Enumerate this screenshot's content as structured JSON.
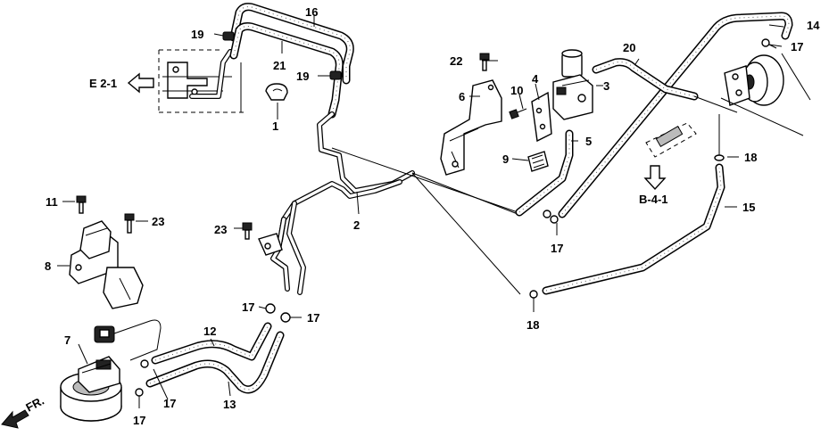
{
  "callouts": [
    {
      "id": "c1",
      "text": "1"
    },
    {
      "id": "c2",
      "text": "2"
    },
    {
      "id": "c3",
      "text": "3"
    },
    {
      "id": "c4",
      "text": "4"
    },
    {
      "id": "c5",
      "text": "5"
    },
    {
      "id": "c6",
      "text": "6"
    },
    {
      "id": "c7",
      "text": "7"
    },
    {
      "id": "c8",
      "text": "8"
    },
    {
      "id": "c9",
      "text": "9"
    },
    {
      "id": "c10",
      "text": "10"
    },
    {
      "id": "c11",
      "text": "11"
    },
    {
      "id": "c12",
      "text": "12"
    },
    {
      "id": "c13",
      "text": "13"
    },
    {
      "id": "c14",
      "text": "14"
    },
    {
      "id": "c15",
      "text": "15"
    },
    {
      "id": "c16",
      "text": "16"
    },
    {
      "id": "c17a",
      "text": "17"
    },
    {
      "id": "c17b",
      "text": "17"
    },
    {
      "id": "c17c",
      "text": "17"
    },
    {
      "id": "c17d",
      "text": "17"
    },
    {
      "id": "c17e",
      "text": "17"
    },
    {
      "id": "c17f",
      "text": "17"
    },
    {
      "id": "c18a",
      "text": "18"
    },
    {
      "id": "c18b",
      "text": "18"
    },
    {
      "id": "c19a",
      "text": "19"
    },
    {
      "id": "c19b",
      "text": "19"
    },
    {
      "id": "c20",
      "text": "20"
    },
    {
      "id": "c21",
      "text": "21"
    },
    {
      "id": "c22",
      "text": "22"
    },
    {
      "id": "c23a",
      "text": "23"
    },
    {
      "id": "c23b",
      "text": "23"
    }
  ],
  "references": {
    "e21": "E 2-1",
    "b41": "B-4-1",
    "front": "FR."
  },
  "icons": {
    "ref_arrow_left": "hollow-arrow-left-icon",
    "ref_arrow_down": "hollow-arrow-down-icon",
    "front_arrow": "front-direction-arrow-icon"
  }
}
